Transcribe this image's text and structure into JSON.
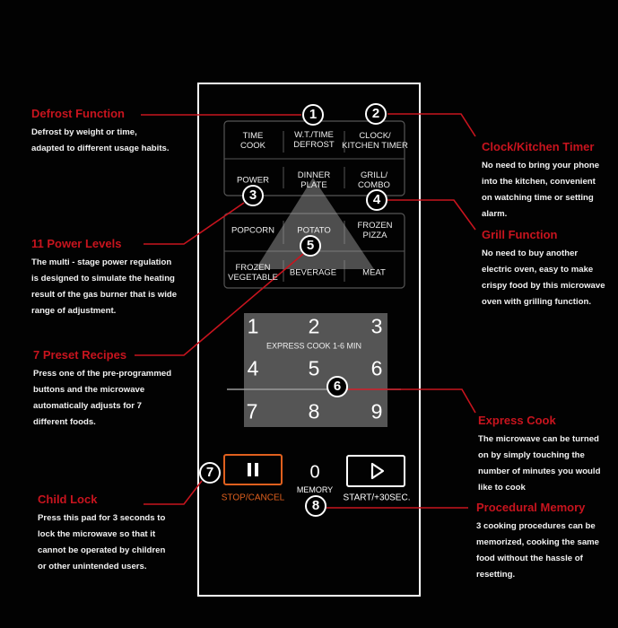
{
  "panel": {
    "keys_top": [
      "TIME\nCOOK",
      "W.T./TIME\nDEFROST",
      "CLOCK/\nKITCHEN TIMER",
      "POWER",
      "DINNER\nPLATE",
      "GRILL/\nCOMBO"
    ],
    "keys_preset": [
      "POPCORN",
      "POTATO",
      "FROZEN\nPIZZA",
      "FROZEN\nVEGETABLE",
      "BEVERAGE",
      "MEAT"
    ],
    "numbers": [
      "1",
      "2",
      "3",
      "4",
      "5",
      "6",
      "7",
      "8",
      "9"
    ],
    "express_label": "EXPRESS COOK 1-6 MIN",
    "zero": "0",
    "memory_label": "MEMORY",
    "stop_label": "STOP/CANCEL",
    "stop_icon": "pause-icon",
    "start_label": "START/+30SEC.",
    "start_icon": "play-icon",
    "badges": [
      "1",
      "2",
      "3",
      "4",
      "5",
      "6",
      "7",
      "8"
    ]
  },
  "colors": {
    "accent_red": "#c8141e",
    "stop_orange": "#e0601e"
  },
  "callouts": [
    {
      "id": "defrost",
      "title": "Defrost Function",
      "lines": [
        "Defrost by weight or time,",
        "adapted to different usage habits."
      ]
    },
    {
      "id": "power",
      "title": "11 Power Levels",
      "lines": [
        "The multi - stage power regulation",
        "is designed to simulate the heating",
        "result of the gas burner that is wide",
        "range of adjustment."
      ]
    },
    {
      "id": "preset",
      "title": "7 Preset Recipes",
      "lines": [
        "Press one of the pre-programmed",
        "buttons and the microwave",
        "automatically adjusts for 7",
        "different foods."
      ]
    },
    {
      "id": "childlock",
      "title": "Child Lock",
      "lines": [
        "Press this pad for 3 seconds to",
        "lock the microwave so that it",
        "cannot be operated by children",
        "or other unintended users."
      ]
    },
    {
      "id": "clock",
      "title": "Clock/Kitchen Timer",
      "lines": [
        "No need to bring your phone",
        "into the kitchen, convenient",
        "on watching time or setting",
        "alarm."
      ]
    },
    {
      "id": "grill",
      "title": "Grill Function",
      "lines": [
        "No need to buy another",
        "electric oven, easy to make",
        "crispy food by this microwave",
        "oven with grilling function."
      ]
    },
    {
      "id": "express",
      "title": "Express Cook",
      "lines": [
        "The microwave can be turned",
        "on by simply touching the",
        "number of minutes you would",
        "like to cook"
      ]
    },
    {
      "id": "memory",
      "title": "Procedural Memory",
      "lines": [
        "3 cooking procedures can be",
        "memorized, cooking the same",
        "food without the hassle of",
        "resetting."
      ]
    }
  ]
}
